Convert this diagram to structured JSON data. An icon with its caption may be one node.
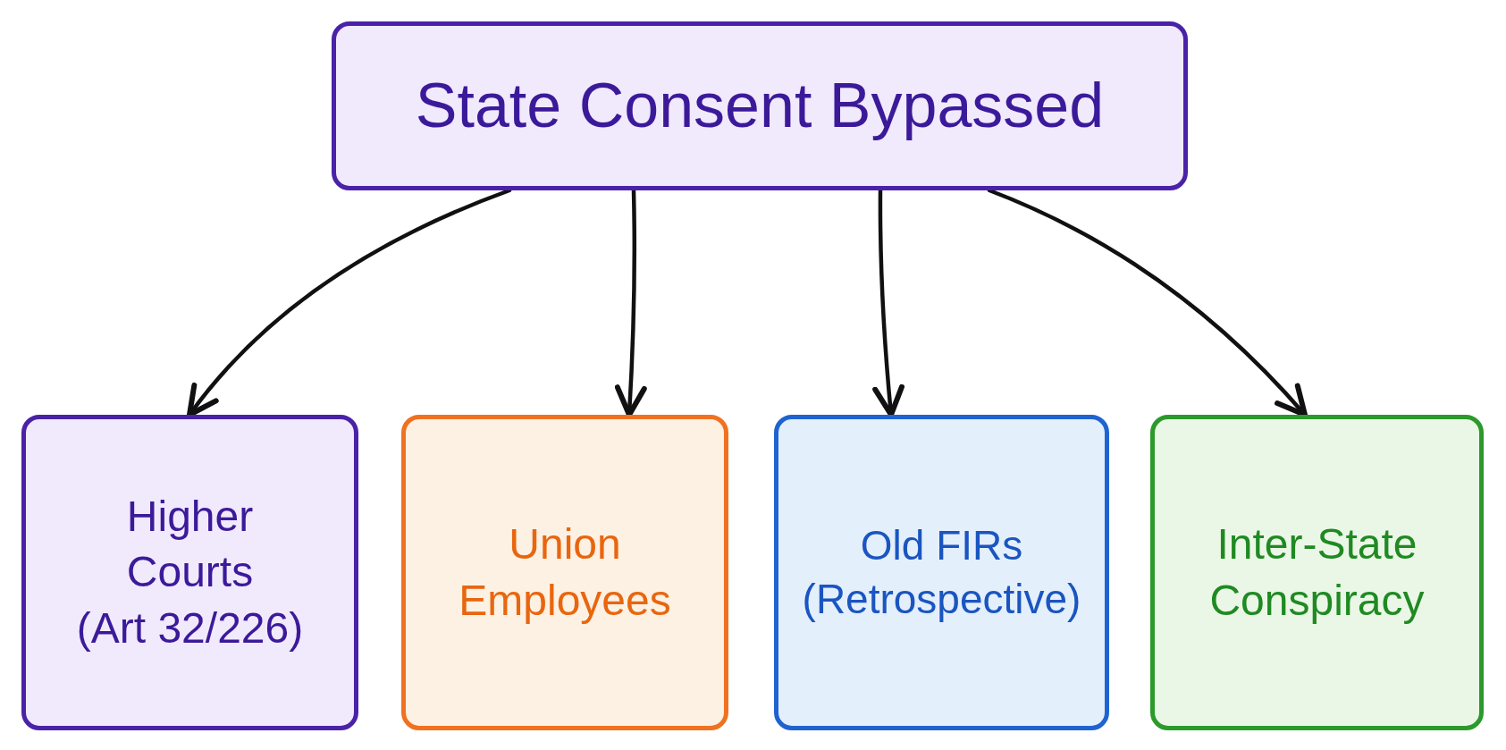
{
  "diagram": {
    "nodes": [
      {
        "text": [
          "State Consent Bypassed"
        ]
      },
      {
        "text": [
          "Higher Courts (Art 32/226)"
        ]
      },
      {
        "text": [
          "Union Employees"
        ]
      },
      {
        "text": [
          "Old FIRs (Retrospective)"
        ]
      },
      {
        "text": [
          "Inter-State Conspiracy"
        ]
      }
    ],
    "edges": [
      {
        "from": 0,
        "to": 1,
        "arrow": "to"
      },
      {
        "from": 0,
        "to": 2,
        "arrow": "to"
      },
      {
        "from": 0,
        "to": 3,
        "arrow": "to"
      },
      {
        "from": 0,
        "to": 4,
        "arrow": "to"
      }
    ]
  }
}
